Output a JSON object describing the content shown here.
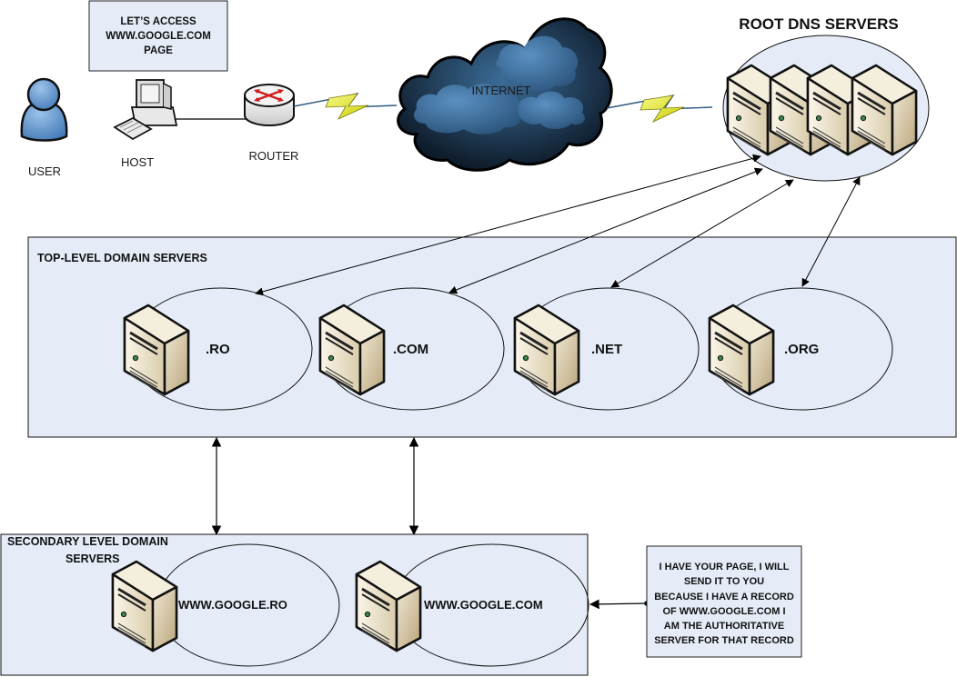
{
  "title": "ROOT DNS SERVERS",
  "note_top": {
    "lines": [
      "LET’S ACCESS",
      "WWW.GOOGLE.COM",
      "PAGE"
    ]
  },
  "nodes": {
    "user": "USER",
    "host": "HOST",
    "router": "ROUTER",
    "internet": "INTERNET"
  },
  "tld": {
    "heading": "TOP-LEVEL DOMAIN SERVERS",
    "servers": [
      {
        "label": ".RO"
      },
      {
        "label": ".COM"
      },
      {
        "label": ".NET"
      },
      {
        "label": ".ORG"
      }
    ]
  },
  "sld": {
    "heading_lines": [
      "SECONDARY LEVEL DOMAIN",
      "SERVERS"
    ],
    "servers": [
      {
        "label": "WWW.GOOGLE.RO"
      },
      {
        "label": "WWW.GOOGLE.COM"
      }
    ]
  },
  "note_bottom": {
    "lines": [
      "I HAVE YOUR PAGE, I WILL",
      "SEND IT TO YOU",
      "BECAUSE I HAVE A RECORD",
      "OF WWW.GOOGLE.COM I",
      "AM THE AUTHORITATIVE",
      "SERVER FOR THAT RECORD"
    ]
  },
  "colors": {
    "panel_fill": "#e5ecf7",
    "server_fill": "#e6dcc3",
    "cloud_fill": "#2f5a80",
    "user_fill": "#6a9fd4",
    "lightning": "#e8ec20",
    "router_arrow": "#e02020"
  }
}
